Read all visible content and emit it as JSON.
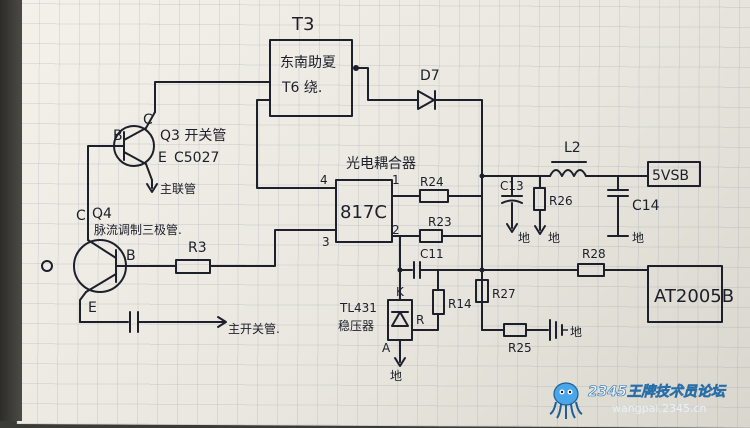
{
  "diagram": {
    "transformer_label": "T3",
    "transformer_text_1": "东南助夏",
    "transformer_text_2": "T6 绕.",
    "diode_d7": "D7",
    "transistor_q3_id": "Q3 开关管",
    "transistor_q3_model": "C5027",
    "q3_b": "B",
    "q3_c": "C",
    "q3_e": "E",
    "to_main_switch": "主联管",
    "transistor_q4_id": "Q4",
    "q4_desc": "脉流调制三极管.",
    "q4_c": "C",
    "q4_b": "B",
    "q4_e": "E",
    "r3": "R3",
    "to_main_switch_2": "主开关管.",
    "optocoupler_title": "光电耦合器",
    "optocoupler_model": "817C",
    "pin_4": "4",
    "pin_1": "1",
    "pin_2": "2",
    "pin_3": "3",
    "r24": "R24",
    "r23": "R23",
    "c11": "C11",
    "r14": "R14",
    "tl431": "TL431",
    "tl431_desc": "稳压器",
    "tl431_k": "K",
    "tl431_a": "A",
    "tl431_r": "R",
    "ground_1": "地",
    "l2": "L2",
    "c13": "C13",
    "r26": "R26",
    "c14": "C14",
    "out_5vsb": "5VSB",
    "ground_2": "地",
    "ground_3": "地",
    "ground_4": "地",
    "r27": "R27",
    "r28": "R28",
    "r25": "R25",
    "ground_5": "地",
    "at2005": "AT2005B"
  },
  "watermark": {
    "title": "2345王牌技术员论坛",
    "url": "wangpai.2345.cn"
  }
}
